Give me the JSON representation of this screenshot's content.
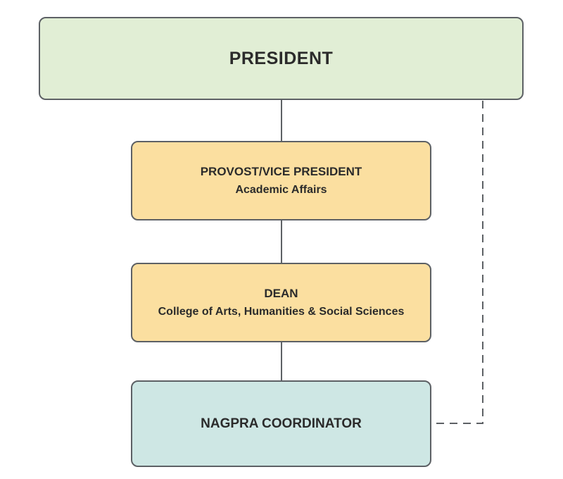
{
  "diagram": {
    "type": "org-chart",
    "background": "#ffffff",
    "nodes": [
      {
        "id": "president",
        "title": "PRESIDENT",
        "subtitle": "",
        "fill": "#e1eed5"
      },
      {
        "id": "provost",
        "title": "PROVOST/VICE PRESIDENT",
        "subtitle": "Academic Affairs",
        "fill": "#fbdfa0"
      },
      {
        "id": "dean",
        "title": "DEAN",
        "subtitle": "College of Arts, Humanities & Social Sciences",
        "fill": "#fbdfa0"
      },
      {
        "id": "nagpra",
        "title": "NAGPRA COORDINATOR",
        "subtitle": "",
        "fill": "#cee7e4"
      }
    ],
    "edges": [
      {
        "from": "president",
        "to": "provost",
        "style": "solid"
      },
      {
        "from": "provost",
        "to": "dean",
        "style": "solid"
      },
      {
        "from": "dean",
        "to": "nagpra",
        "style": "solid"
      },
      {
        "from": "president",
        "to": "nagpra",
        "style": "dashed"
      }
    ],
    "colors": {
      "border": "#5d6165",
      "connector_line": "#5d6165",
      "text": "#2b2b2b",
      "president_fill": "#e1eed5",
      "provost_fill": "#fbdfa0",
      "dean_fill": "#fbdfa0",
      "nagpra_fill": "#cee7e4",
      "background": "#ffffff"
    }
  }
}
